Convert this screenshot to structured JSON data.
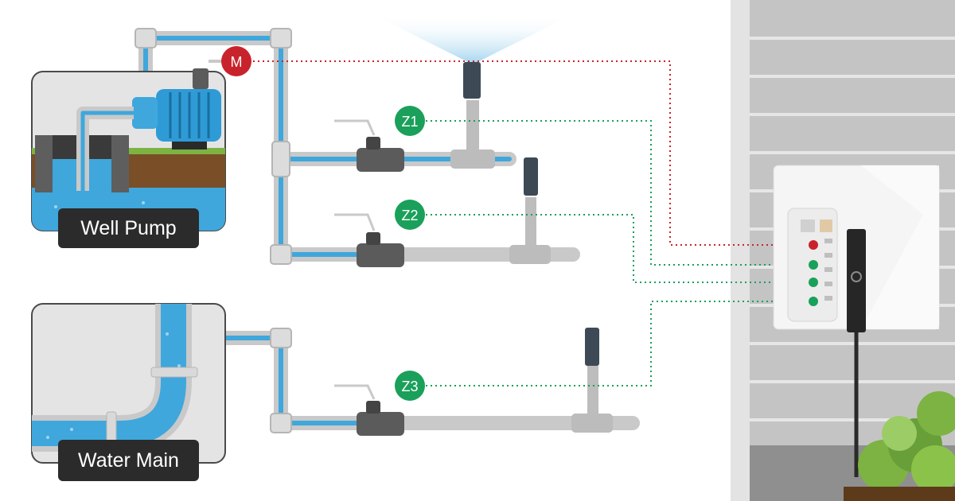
{
  "sources": {
    "well_pump": {
      "label": "Well Pump"
    },
    "water_main": {
      "label": "Water Main"
    }
  },
  "badges": {
    "master_valve": "M",
    "zone1": "Z1",
    "zone2": "Z2",
    "zone3": "Z3"
  },
  "wire_colors": {
    "master": "#c8232c",
    "zone": "#1aa05a"
  },
  "colors": {
    "pipe_water": "#3fa7dc",
    "pipe_body": "#c9c9c9",
    "valve": "#5b5b5b",
    "controller_body": "#f4f4f4",
    "siding": "#c7c7c7",
    "badge_master": "#c8232c",
    "badge_zone": "#1aa05a"
  }
}
